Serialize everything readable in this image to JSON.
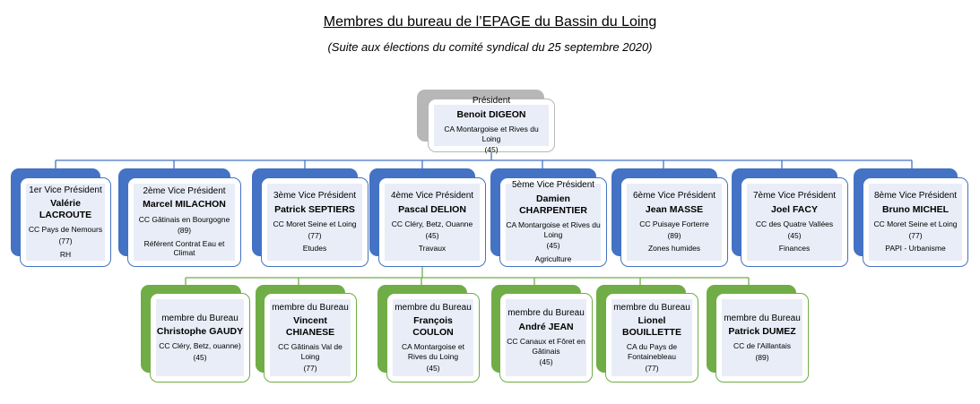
{
  "title": "Membres du bureau de l’EPAGE du Bassin du Loing",
  "subtitle": "(Suite aux élections du comité syndical du 25 septembre 2020)",
  "colors": {
    "president": "#b7b7b7",
    "vice_president": "#4472c4",
    "member": "#70ad47",
    "connector": "#4472c4",
    "member_connector": "#70ad47"
  },
  "president": {
    "role": "Président",
    "name": "Benoit DIGEON",
    "org": "CA Montargoise et Rives du Loing",
    "dept": "(45)"
  },
  "vice_presidents": [
    {
      "role": "1er Vice Président",
      "name": "Valérie LACROUTE",
      "org": "CC Pays de Nemours",
      "dept": "(77)",
      "delegation": "RH"
    },
    {
      "role": "2ème Vice Président",
      "name": "Marcel MILACHON",
      "org": "CC Gâtinais en Bourgogne",
      "dept": "(89)",
      "delegation": "Référent Contrat Eau et Climat"
    },
    {
      "role": "3ème Vice Président",
      "name": "Patrick SEPTIERS",
      "org": "CC Moret Seine et Loing",
      "dept": "(77)",
      "delegation": "Etudes"
    },
    {
      "role": "4ème Vice Président",
      "name": "Pascal DELION",
      "org": "CC Cléry, Betz, Ouanne",
      "dept": "(45)",
      "delegation": "Travaux"
    },
    {
      "role": "5ème Vice Président",
      "name": "Damien CHARPENTIER",
      "org": "CA Montargoise et Rives du Loing",
      "dept": "(45)",
      "delegation": "Agriculture"
    },
    {
      "role": "6ème Vice Président",
      "name": "Jean MASSE",
      "org": "CC Puisaye Forterre",
      "dept": "(89)",
      "delegation": "Zones humides"
    },
    {
      "role": "7ème Vice Président",
      "name": "Joel FACY",
      "org": "CC des Quatre Vallées",
      "dept": "(45)",
      "delegation": "Finances"
    },
    {
      "role": "8ème Vice Président",
      "name": "Bruno MICHEL",
      "org": "CC Moret Seine et Loing",
      "dept": "(77)",
      "delegation": "PAPI - Urbanisme"
    }
  ],
  "members": [
    {
      "role": "membre du Bureau",
      "name": "Christophe GAUDY",
      "org": "CC Cléry, Betz, ouanne)",
      "dept": "(45)"
    },
    {
      "role": "membre du Bureau",
      "name": "Vincent CHIANESE",
      "org": "CC Gâtinais Val de Loing",
      "dept": "(77)"
    },
    {
      "role": "membre du Bureau",
      "name": "François COULON",
      "org": "CA Montargoise et Rives du Loing",
      "dept": "(45)"
    },
    {
      "role": "membre du Bureau",
      "name": "André JEAN",
      "org": "CC Canaux et Fôret en Gâtinais",
      "dept": "(45)"
    },
    {
      "role": "membre du Bureau",
      "name": "Lionel BOUILLETTE",
      "org": "CA du Pays de Fontainebleau",
      "dept": "(77)"
    },
    {
      "role": "membre du Bureau",
      "name": "Patrick DUMEZ",
      "org": "CC de l'Aillantais",
      "dept": "(89)"
    }
  ]
}
